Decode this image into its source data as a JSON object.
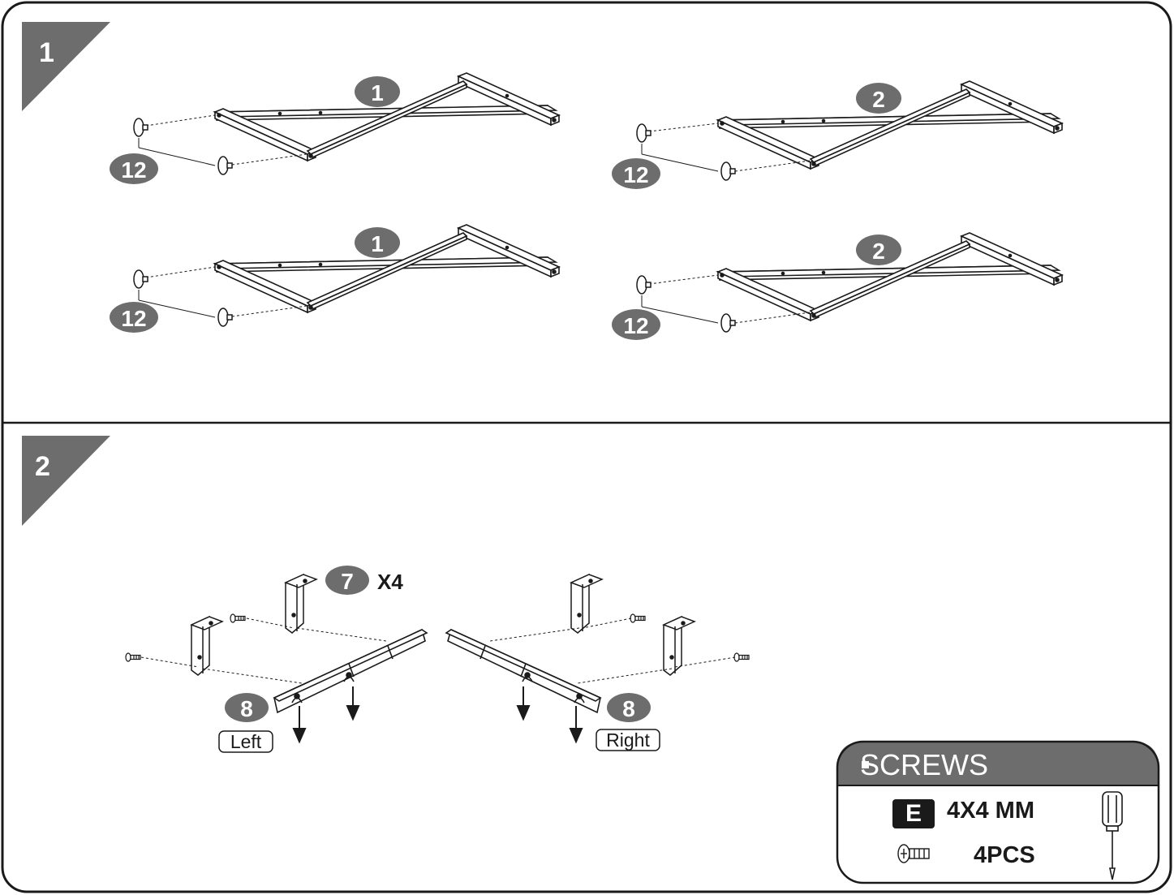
{
  "steps": [
    {
      "number": "1",
      "frames": [
        {
          "part_badge": "1",
          "foot_badge": "12"
        },
        {
          "part_badge": "2",
          "foot_badge": "12"
        },
        {
          "part_badge": "1",
          "foot_badge": "12"
        },
        {
          "part_badge": "2",
          "foot_badge": "12"
        }
      ]
    },
    {
      "number": "2",
      "bracket_badge": "7",
      "bracket_qty": "X4",
      "left_rail": {
        "badge": "8",
        "label": "Left"
      },
      "right_rail": {
        "badge": "8",
        "label": "Right"
      }
    }
  ],
  "screws_box": {
    "title": "SCREWS",
    "code": "E",
    "size": "4X4 MM",
    "quantity": "4PCS",
    "icons": [
      "screw-icon",
      "screwdriver-icon"
    ]
  },
  "colors": {
    "stroke": "#1a1a1a",
    "badge": "#6d6d6d",
    "header": "#6d6d6d"
  }
}
